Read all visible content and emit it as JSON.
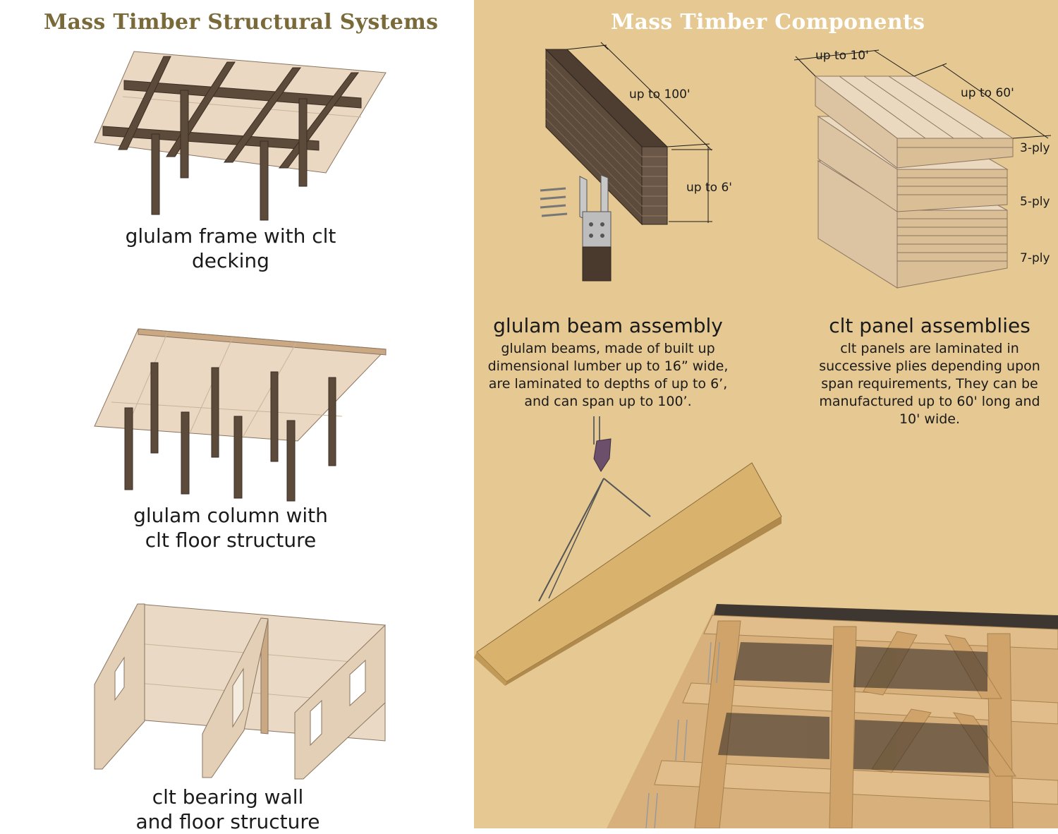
{
  "left_panel": {
    "title": "Mass Timber Structural Systems",
    "systems": [
      {
        "caption_line1": "glulam frame with clt",
        "caption_line2": "decking"
      },
      {
        "caption_line1": "glulam column with",
        "caption_line2": "clt floor structure"
      },
      {
        "caption_line1": "clt bearing wall",
        "caption_line2": "and floor structure"
      }
    ]
  },
  "right_panel": {
    "title": "Mass Timber Components",
    "glulam": {
      "heading": "glulam beam assembly",
      "desc_lines": [
        "glulam beams, made of built up",
        "dimensional lumber up to 16” wide,",
        "are laminated to depths of up to 6’,",
        "and can span up to 100’."
      ],
      "dim_length": "up to 100'",
      "dim_depth": "up to 6'"
    },
    "clt": {
      "heading": "clt panel assemblies",
      "desc_lines": [
        "clt panels are laminated in",
        "successive plies depending upon",
        "span requirements, They can be",
        "manufactured up to 60' long and",
        "10' wide."
      ],
      "dim_width": "up to 10'",
      "dim_length": "up to 60'",
      "plies": [
        "3-ply",
        "5-ply",
        "7-ply"
      ]
    }
  },
  "colors": {
    "right_background": "#e5c892",
    "left_title": "#7a6a3a",
    "right_title": "#ffffff",
    "glulam_wood": "#5c4a3b",
    "clt_panel": "#ead8bf"
  }
}
